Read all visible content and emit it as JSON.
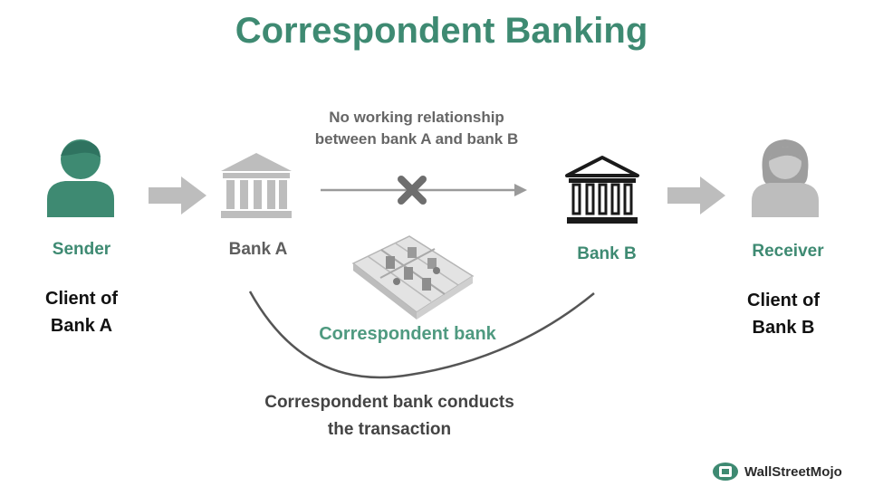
{
  "title": "Correspondent Banking",
  "top_note": [
    "No working relationship",
    "between bank A and bank B"
  ],
  "sender": {
    "label": "Sender",
    "client": [
      "Client of",
      "Bank A"
    ]
  },
  "bank_a": {
    "label": "Bank A"
  },
  "bank_b": {
    "label": "Bank B"
  },
  "receiver": {
    "label": "Receiver",
    "client": [
      "Client of",
      "Bank B"
    ]
  },
  "correspondent": {
    "label": "Correspondent bank"
  },
  "caption": [
    "Correspondent bank conducts",
    "the transaction"
  ],
  "brand": {
    "name": "WallStreetMojo"
  },
  "colors": {
    "accent": "#3e8a72",
    "gray": "#bdbdbd",
    "dark": "#1a1a1a"
  },
  "icons": [
    "person-icon",
    "bank-icon",
    "arrow-right-icon",
    "cross-icon",
    "office-building-icon",
    "wallstreetmojo-logo"
  ]
}
